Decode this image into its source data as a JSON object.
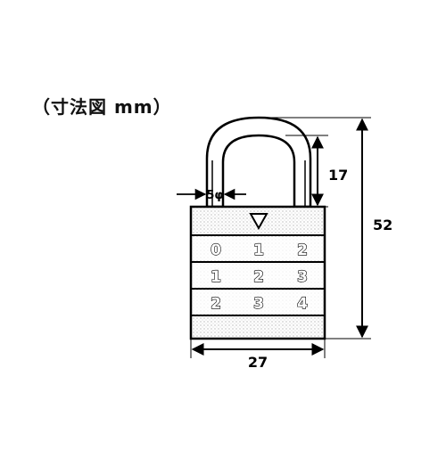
{
  "title": "（寸法図 mm）",
  "dimensions": {
    "height": "52",
    "shackle_clearance": "17",
    "shackle_diameter": "5φ",
    "width": "27"
  },
  "dials": [
    [
      "0",
      "1",
      "2"
    ],
    [
      "1",
      "2",
      "3"
    ],
    [
      "2",
      "3",
      "4"
    ]
  ]
}
